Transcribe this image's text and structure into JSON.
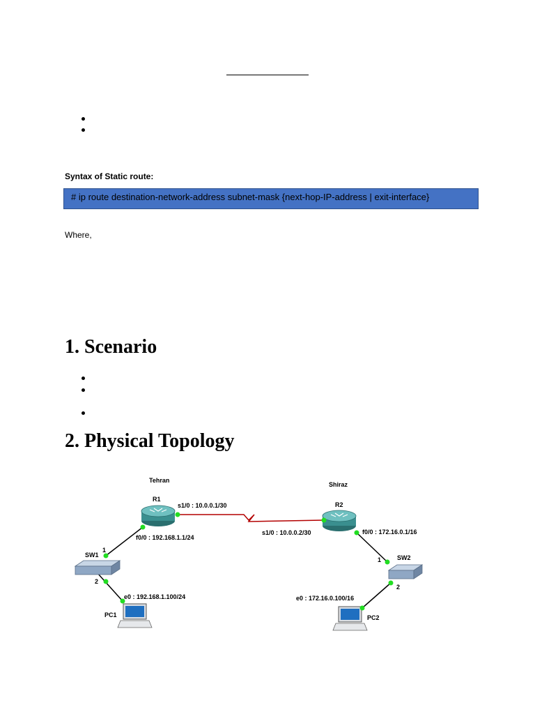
{
  "syntax_label": "Syntax of Static route:",
  "command": "# ip route destination-network-address subnet-mask {next-hop-IP-address | exit-interface}",
  "where_label": "Where,",
  "sections": [
    {
      "title": "1. Scenario"
    },
    {
      "title": "2. Physical Topology"
    }
  ],
  "topology": {
    "sites": {
      "left": "Tehran",
      "right": "Shiraz"
    },
    "routers": [
      {
        "name": "R1"
      },
      {
        "name": "R2"
      }
    ],
    "switches": [
      {
        "name": "SW1"
      },
      {
        "name": "SW2"
      }
    ],
    "pcs": [
      {
        "name": "PC1"
      },
      {
        "name": "PC2"
      }
    ],
    "interfaces": {
      "r1_serial": "s1/0 : 10.0.0.1/30",
      "r2_serial": "s1/0 : 10.0.0.2/30",
      "r1_fast": "f0/0 : 192.168.1.1/24",
      "r2_fast": "f0/0 : 172.16.0.1/16",
      "pc1_eth": "e0 : 192.168.1.100/24",
      "pc2_eth": "e0 : 172.16.0.100/16"
    },
    "ports": {
      "sw1_up": "1",
      "sw1_down": "2",
      "sw2_up": "1",
      "sw2_down": "2"
    },
    "colors": {
      "serial_link": "#b30000",
      "port_dot": "#22dd22",
      "router": "#3a8f8f",
      "switch": "#8fa7c4"
    }
  }
}
